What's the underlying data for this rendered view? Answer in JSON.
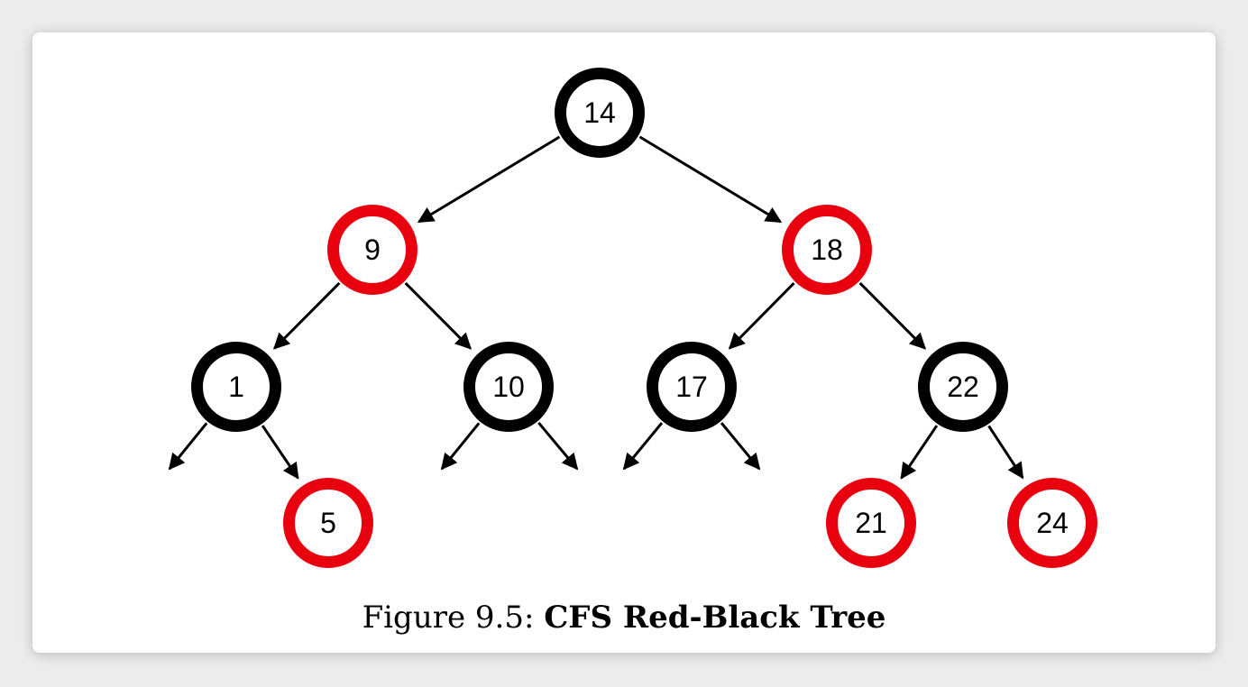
{
  "colors": {
    "red": "#e8000f",
    "black": "#000000",
    "arrow": "#000000",
    "background": "#ffffff"
  },
  "nodes": [
    {
      "id": "n14",
      "label": "14",
      "color": "black"
    },
    {
      "id": "n9",
      "label": "9",
      "color": "red"
    },
    {
      "id": "n18",
      "label": "18",
      "color": "red"
    },
    {
      "id": "n1",
      "label": "1",
      "color": "black"
    },
    {
      "id": "n10",
      "label": "10",
      "color": "black"
    },
    {
      "id": "n17",
      "label": "17",
      "color": "black"
    },
    {
      "id": "n22",
      "label": "22",
      "color": "black"
    },
    {
      "id": "n5",
      "label": "5",
      "color": "red"
    },
    {
      "id": "n21",
      "label": "21",
      "color": "red"
    },
    {
      "id": "n24",
      "label": "24",
      "color": "red"
    }
  ],
  "edges": [
    {
      "from": "n14",
      "to": "n9"
    },
    {
      "from": "n14",
      "to": "n18"
    },
    {
      "from": "n9",
      "to": "n1"
    },
    {
      "from": "n9",
      "to": "n10"
    },
    {
      "from": "n18",
      "to": "n17"
    },
    {
      "from": "n18",
      "to": "n22"
    },
    {
      "from": "n1",
      "to": null
    },
    {
      "from": "n1",
      "to": "n5"
    },
    {
      "from": "n10",
      "to": null
    },
    {
      "from": "n10",
      "to": null
    },
    {
      "from": "n17",
      "to": null
    },
    {
      "from": "n17",
      "to": null
    },
    {
      "from": "n22",
      "to": "n21"
    },
    {
      "from": "n22",
      "to": "n24"
    }
  ],
  "caption": {
    "prefix": "Figure 9.5: ",
    "title": "CFS Red-Black Tree"
  }
}
